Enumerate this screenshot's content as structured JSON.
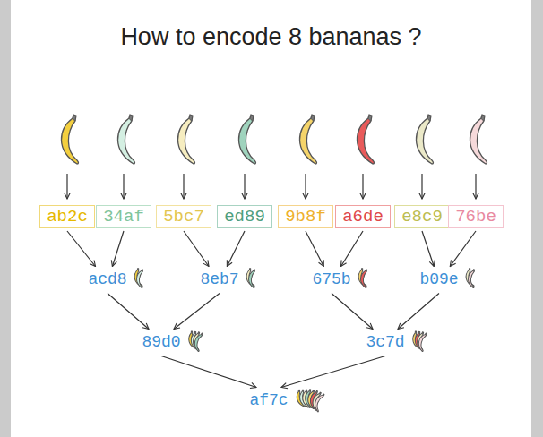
{
  "diagram": {
    "title": "How to encode 8 bananas ?",
    "nodes": [
      {
        "text": [
          "ab2c"
        ]
      },
      {
        "text": [
          "34af"
        ]
      },
      {
        "text": [
          "5bc7"
        ]
      },
      {
        "text": [
          "ed89"
        ]
      },
      {
        "text": [
          "9b8f"
        ]
      },
      {
        "text": [
          "a6de"
        ]
      },
      {
        "text": [
          "e8c9"
        ]
      },
      {
        "text": [
          "76be"
        ]
      },
      {
        "text": [
          "acd8"
        ]
      },
      {
        "text": [
          "8eb7"
        ]
      },
      {
        "text": [
          "675b"
        ]
      },
      {
        "text": [
          "b09e"
        ]
      },
      {
        "text": [
          "89d0"
        ]
      },
      {
        "text": [
          "3c7d"
        ]
      },
      {
        "text": [
          "af7c"
        ]
      }
    ],
    "edges": [
      {
        "from": 0,
        "to": 8,
        "arrow": "to"
      },
      {
        "from": 1,
        "to": 8,
        "arrow": "to"
      },
      {
        "from": 2,
        "to": 9,
        "arrow": "to"
      },
      {
        "from": 3,
        "to": 9,
        "arrow": "to"
      },
      {
        "from": 4,
        "to": 10,
        "arrow": "to"
      },
      {
        "from": 5,
        "to": 10,
        "arrow": "to"
      },
      {
        "from": 6,
        "to": 11,
        "arrow": "to"
      },
      {
        "from": 7,
        "to": 11,
        "arrow": "to"
      },
      {
        "from": 8,
        "to": 12,
        "arrow": "to"
      },
      {
        "from": 9,
        "to": 12,
        "arrow": "to"
      },
      {
        "from": 10,
        "to": 13,
        "arrow": "to"
      },
      {
        "from": 11,
        "to": 13,
        "arrow": "to"
      },
      {
        "from": 12,
        "to": 14,
        "arrow": "to"
      },
      {
        "from": 13,
        "to": 14,
        "arrow": "to"
      }
    ]
  }
}
